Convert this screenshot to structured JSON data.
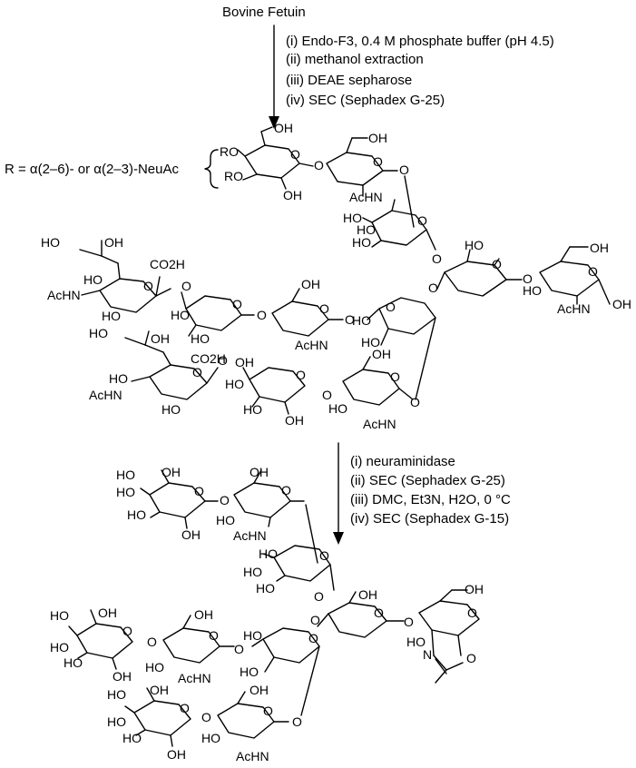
{
  "start_material": "Bovine Fetuin",
  "step1_conditions": [
    "(i) Endo-F3, 0.4 M phosphate buffer (pH 4.5)",
    "(ii) methanol extraction",
    "(iii) DEAE sepharose",
    "(iv) SEC (Sephadex G-25)"
  ],
  "step2_conditions": [
    "(i) neuraminidase",
    "(ii) SEC (Sephadex G-25)",
    "(iii) DMC, Et3N, H2O, 0 °C",
    "(iv) SEC (Sephadex G-15)"
  ],
  "r_group_definition": "R = α(2–6)- or α(2–3)-NeuAc",
  "atom_labels": {
    "ho": "HO",
    "oh": "OH",
    "o": "O",
    "r": "R",
    "ro": "RO",
    "achn": "AcHN",
    "nhac": "AcHN",
    "co2h": "CO2H",
    "n": "N"
  }
}
